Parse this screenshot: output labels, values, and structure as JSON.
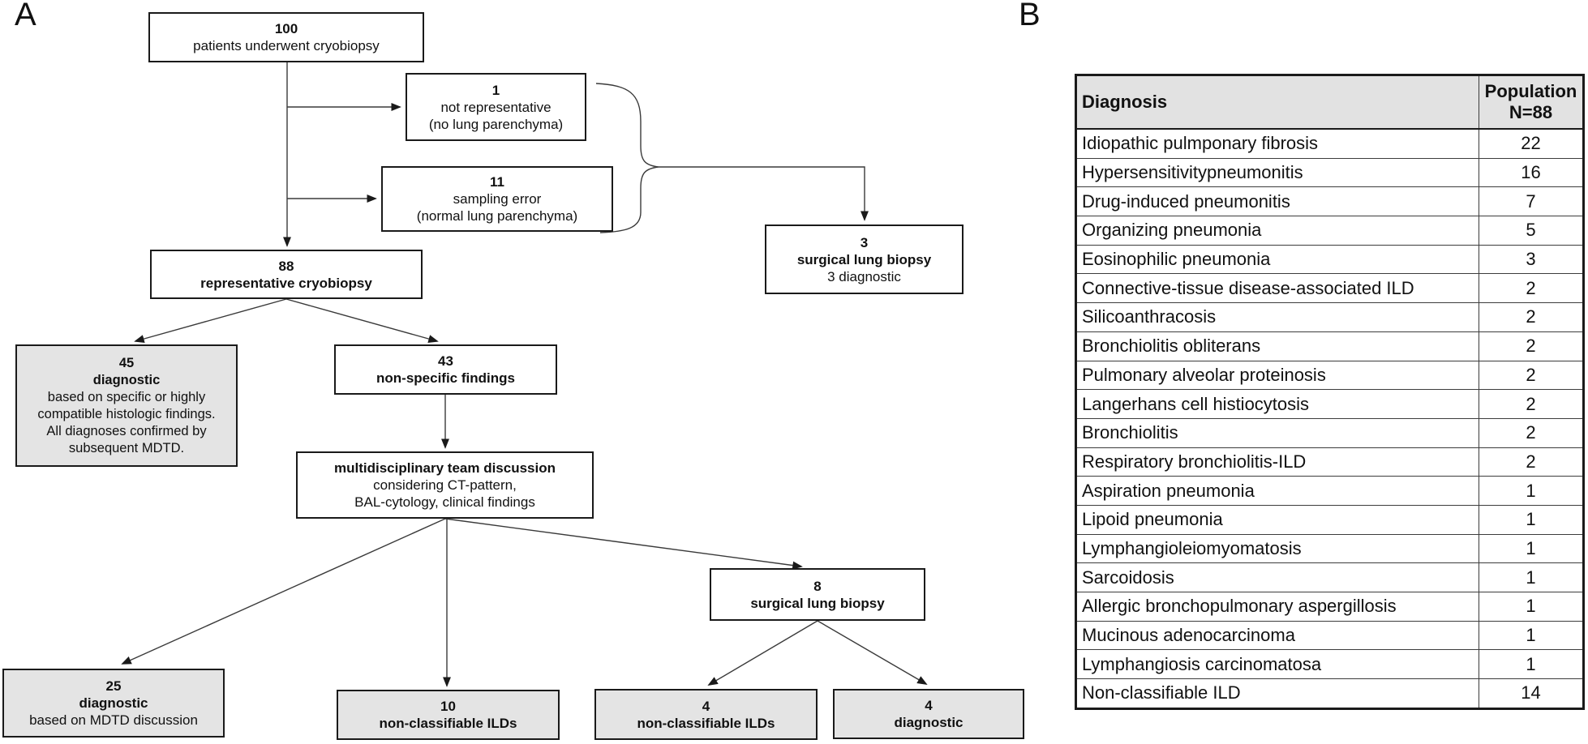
{
  "colors": {
    "box_fill_white": "#ffffff",
    "box_fill_gray": "#e4e4e4",
    "table_header_gray": "#e2e2e2",
    "line_color": "#3a3a3a",
    "border_color": "#1a1a1a"
  },
  "flowchart": {
    "panel_label": "A",
    "boxes": {
      "patients": {
        "number": "100",
        "line1": "patients underwent cryobiopsy"
      },
      "not_representative": {
        "number": "1",
        "line1": "not representative",
        "line2": "(no lung parenchyma)"
      },
      "sampling_error": {
        "number": "11",
        "line1": "sampling error",
        "line2": "(normal  lung parenchyma)"
      },
      "surgical_3": {
        "number": "3",
        "bold_line": "surgical lung biopsy",
        "line1": "3 diagnostic"
      },
      "representative": {
        "number": "88",
        "bold_line": "representative cryobiopsy"
      },
      "diagnostic_45": {
        "number": "45",
        "bold_line": "diagnostic",
        "line1": "based on specific or highly",
        "line2": "compatible histologic findings.",
        "line3": "All diagnoses confirmed by",
        "line4": "subsequent MDTD."
      },
      "nonspecific_43": {
        "number": "43",
        "bold_line": "non-specific findings"
      },
      "mdtd": {
        "bold_line": "multidisciplinary team discussion",
        "line1": "considering CT-pattern,",
        "line2": "BAL-cytology, clinical findings"
      },
      "surgical_8": {
        "number": "8",
        "bold_line": "surgical lung biopsy"
      },
      "diagnostic_25": {
        "number": "25",
        "bold_line": "diagnostic",
        "line1": "based on MDTD discussion"
      },
      "nonclassifiable_10": {
        "number": "10",
        "bold_line": "non-classifiable ILDs"
      },
      "nonclassifiable_4": {
        "number": "4",
        "bold_line": "non-classifiable ILDs"
      },
      "diagnostic_4": {
        "number": "4",
        "bold_line": "diagnostic"
      }
    }
  },
  "table": {
    "panel_label": "B",
    "col1_header": "Diagnosis",
    "col2_header_line1": "Population",
    "col2_header_line2": "N=88",
    "rows": [
      {
        "diagnosis": "Idiopathic pulmponary fibrosis",
        "population": "22"
      },
      {
        "diagnosis": "Hypersensitivitypneumonitis",
        "population": "16"
      },
      {
        "diagnosis": "Drug-induced pneumonitis",
        "population": "7"
      },
      {
        "diagnosis": "Organizing pneumonia",
        "population": "5"
      },
      {
        "diagnosis": "Eosinophilic pneumonia",
        "population": "3"
      },
      {
        "diagnosis": "Connective-tissue disease-associated ILD",
        "population": "2"
      },
      {
        "diagnosis": "Silicoanthracosis",
        "population": "2"
      },
      {
        "diagnosis": "Bronchiolitis obliterans",
        "population": "2"
      },
      {
        "diagnosis": "Pulmonary alveolar proteinosis",
        "population": "2"
      },
      {
        "diagnosis": "Langerhans cell histiocytosis",
        "population": "2"
      },
      {
        "diagnosis": "Bronchiolitis",
        "population": "2"
      },
      {
        "diagnosis": "Respiratory bronchiolitis-ILD",
        "population": "2"
      },
      {
        "diagnosis": "Aspiration pneumonia",
        "population": "1"
      },
      {
        "diagnosis": "Lipoid pneumonia",
        "population": "1"
      },
      {
        "diagnosis": "Lymphangioleiomyomatosis",
        "population": "1"
      },
      {
        "diagnosis": "Sarcoidosis",
        "population": "1"
      },
      {
        "diagnosis": "Allergic bronchopulmonary aspergillosis",
        "population": "1"
      },
      {
        "diagnosis": "Mucinous adenocarcinoma",
        "population": "1"
      },
      {
        "diagnosis": "Lymphangiosis carcinomatosa",
        "population": "1"
      },
      {
        "diagnosis": "Non-classifiable ILD",
        "population": "14"
      }
    ]
  }
}
